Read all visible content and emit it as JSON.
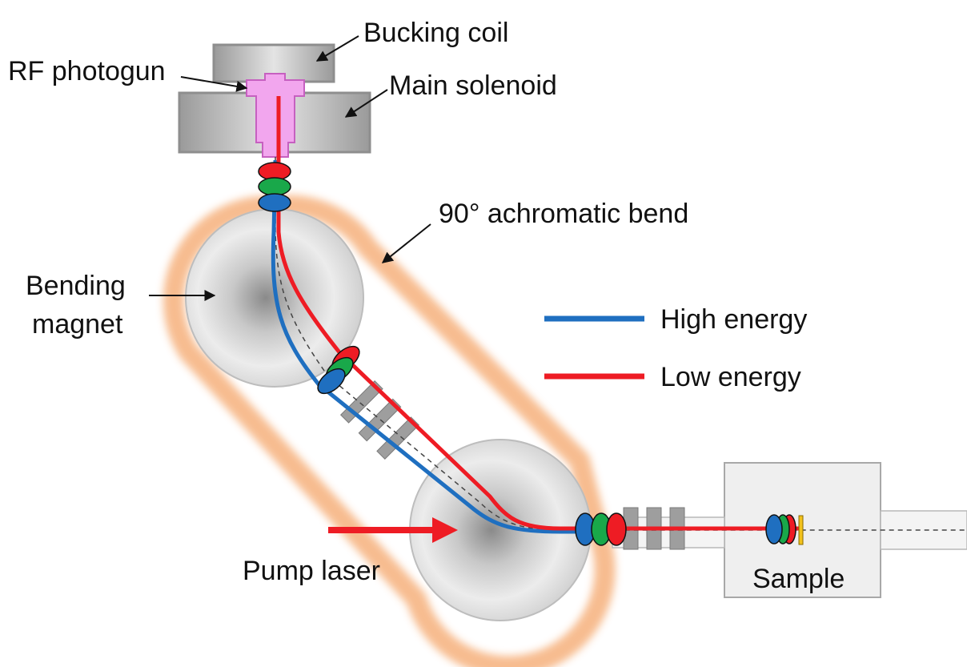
{
  "labels": {
    "bucking_coil": "Bucking coil",
    "rf_photogun": "RF photogun",
    "main_solenoid": "Main solenoid",
    "achromatic_bend": "90° achromatic bend",
    "bending_magnet_line1": "Bending",
    "bending_magnet_line2": "magnet",
    "pump_laser": "Pump laser",
    "sample": "Sample"
  },
  "legend": [
    {
      "label": "High energy",
      "color": "#1f6fc0"
    },
    {
      "label": "Low energy",
      "color": "#ee1c24"
    }
  ],
  "colors": {
    "bunch_red": "#ee1c24",
    "bunch_green": "#19a84a",
    "bunch_blue": "#1f6fc0",
    "photogun": "#f2a6ee",
    "halo": "#f7b98a",
    "sample_target": "#f2c21b"
  }
}
